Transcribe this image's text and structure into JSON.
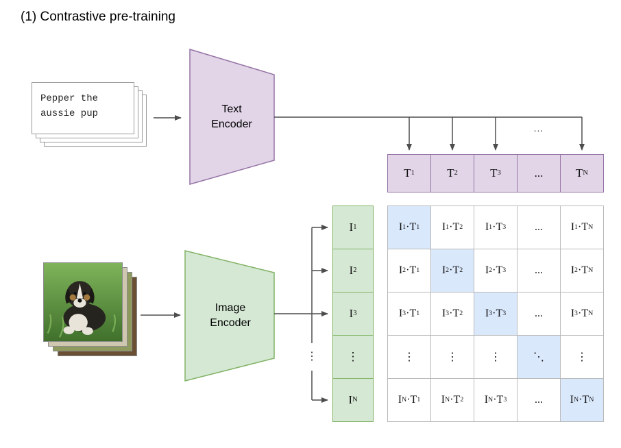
{
  "title": "(1) Contrastive pre-training",
  "input_text": {
    "caption": "Pepper the aussie pup"
  },
  "encoders": {
    "text_label": "Text Encoder",
    "image_label": "Image Encoder"
  },
  "text_embeddings": [
    "T_1",
    "T_2",
    "T_3",
    "...",
    "T_N"
  ],
  "image_embeddings": [
    "I_1",
    "I_2",
    "I_3",
    "⋮",
    "I_N"
  ],
  "similarity_matrix": {
    "rows": [
      [
        "I_1·T_1",
        "I_1·T_2",
        "I_1·T_3",
        "...",
        "I_1·T_N"
      ],
      [
        "I_2·T_1",
        "I_2·T_2",
        "I_2·T_3",
        "...",
        "I_2·T_N"
      ],
      [
        "I_3·T_1",
        "I_3·T_2",
        "I_3·T_3",
        "...",
        "I_3·T_N"
      ],
      [
        "⋮",
        "⋮",
        "⋮",
        "⋱",
        "⋮"
      ],
      [
        "I_N·T_1",
        "I_N·T_2",
        "I_N·T_3",
        "...",
        "I_N·T_N"
      ]
    ],
    "diagonal_highlighted": true
  },
  "connectors": {
    "text_branch_ellipsis": "...",
    "image_branch_ellipsis": "⋮"
  },
  "colors": {
    "text_encoder_fill": "#e1d5e7",
    "text_encoder_border": "#9673a6",
    "image_encoder_fill": "#d5e8d4",
    "image_encoder_border": "#82b366",
    "diagonal_highlight": "#dae8fc",
    "matrix_border": "#b9b9b9",
    "arrow": "#4d4d4d"
  }
}
